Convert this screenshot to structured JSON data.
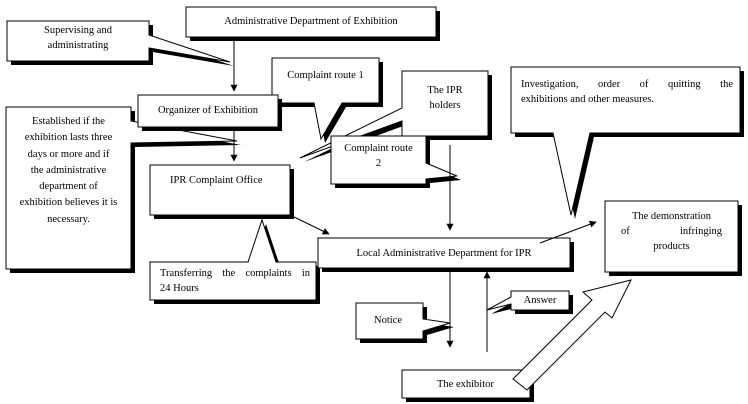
{
  "boxes": {
    "admin_dept": "Administrative Department of Exhibition",
    "organizer": "Organizer of Exhibition",
    "ipr_office": "IPR Complaint Office",
    "local_dept": "Local Administrative Department for IPR",
    "exhibitor": "The exhibitor",
    "demonstration_l1": "The demonstration",
    "demonstration_l2": "of infringing",
    "demonstration_l3": "products"
  },
  "callouts": {
    "supervising_l1": "Supervising and",
    "supervising_l2": "administrating",
    "complaint_route_1": "Complaint route 1",
    "ipr_holders_l1": "The IPR",
    "ipr_holders_l2": "holders",
    "complaint_route_2_l1": "Complaint route",
    "complaint_route_2_l2": "2",
    "established_l1": "Established if the",
    "established_l2": "exhibition lasts three",
    "established_l3": "days or more and if",
    "established_l4": "the administrative",
    "established_l5": "department of",
    "established_l6": "exhibition believes it is",
    "established_l7": "necessary.",
    "investigation_l1": "Investigation, order of quitting the",
    "investigation_l2": "exhibitions and other measures.",
    "transferring_l1": "Transferring the complaints in",
    "transferring_l2": "24 Hours",
    "notice": "Notice",
    "answer": "Answer"
  }
}
